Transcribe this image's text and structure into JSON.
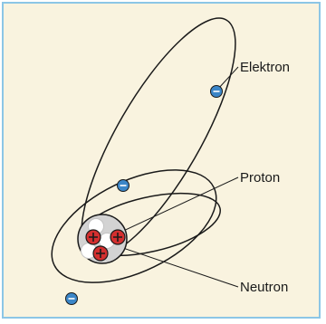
{
  "diagram": {
    "labels": {
      "electron": "Elektron",
      "proton": "Proton",
      "neutron": "Neutron"
    },
    "colors": {
      "background": "#f9f3df",
      "border": "#8cc6e6",
      "orbit": "#1a1a1a",
      "electron": "#3b86c8",
      "proton": "#d32f2f",
      "neutron": "#ffffff",
      "nucleus_background": "#d3d3d3"
    },
    "electron_symbol": "−",
    "proton_symbol": "+",
    "electron_count": 3,
    "proton_count": 3,
    "neutron_count": 3
  }
}
